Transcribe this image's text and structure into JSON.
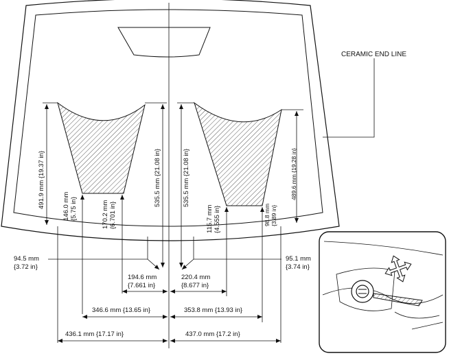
{
  "callout": {
    "ceramic": "CERAMIC END LINE"
  },
  "colors": {
    "ink": "#111111",
    "background": "#ffffff"
  },
  "vertical": {
    "left_outer": "491.9 mm {19.37 in}",
    "left_lower_a": "146.0 mm",
    "left_lower_a_in": "{5.75 in}",
    "left_lower_b": "170.2 mm",
    "left_lower_b_in": "{6.701 in}",
    "left_center": "535.5 mm {21.08 in}",
    "right_center": "535.5 mm {21.08 in}",
    "right_lower_a": "115.7 mm",
    "right_lower_a_in": "{4.555 in}",
    "right_lower_b": "98.8 mm",
    "right_lower_b_in": "{3.89 in}",
    "right_outer": "489.6 mm {19.28 in}"
  },
  "horizontal": {
    "left_edge": "94.5 mm",
    "left_edge_in": "{3.72 in}",
    "right_edge": "95.1 mm",
    "right_edge_in": "{3.74 in}",
    "left_inner": "194.6 mm",
    "left_inner_in": "{7.661 in}",
    "right_inner": "220.4 mm",
    "right_inner_in": "{8.677 in}",
    "left_mid": "346.6 mm {13.65 in}",
    "right_mid": "353.8 mm {13.93 in}",
    "left_total": "436.1 mm {17.17 in}",
    "right_total": "437.0 mm {17.2 in}"
  }
}
